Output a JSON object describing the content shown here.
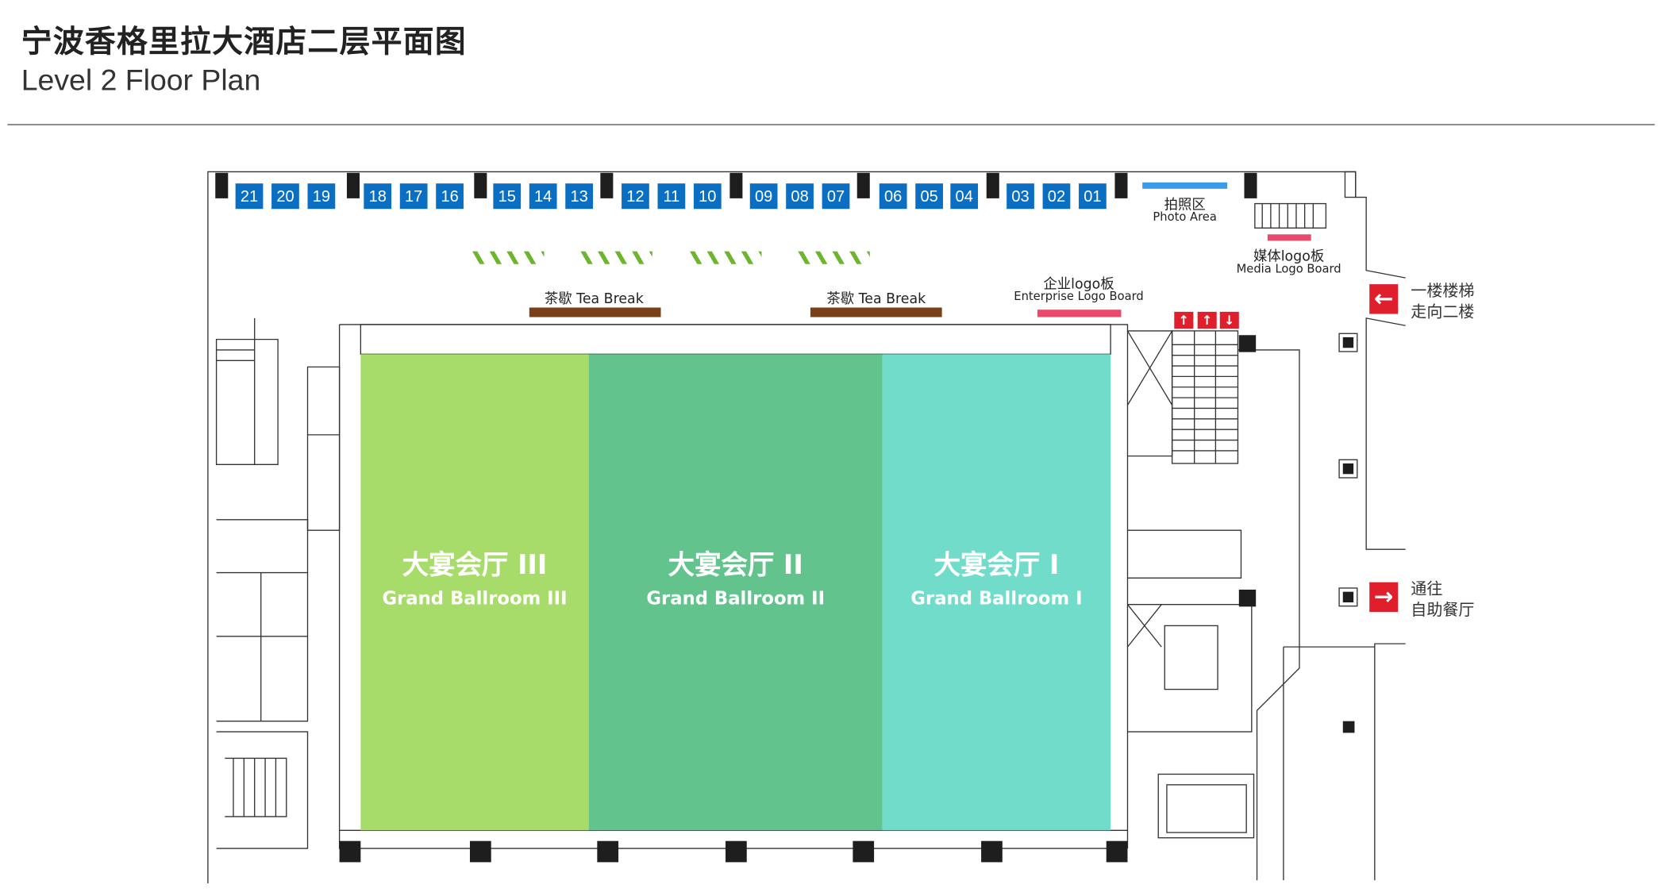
{
  "header": {
    "title": "宁波香格里拉大酒店二层平面图",
    "subtitle": "Level 2 Floor Plan"
  },
  "booths": [
    "21",
    "20",
    "19",
    "18",
    "17",
    "16",
    "15",
    "14",
    "13",
    "12",
    "11",
    "10",
    "09",
    "08",
    "07",
    "06",
    "05",
    "04",
    "03",
    "02",
    "01"
  ],
  "booth_color": "#0a6fc2",
  "photo_area": {
    "cn": "拍照区",
    "en": "Photo Area"
  },
  "media_logo": {
    "cn": "媒体logo板",
    "en": "Media Logo Board"
  },
  "enterprise_logo": {
    "cn": "企业logo板",
    "en": "Enterprise Logo Board"
  },
  "tea_breaks": [
    {
      "label": "茶歇 Tea Break"
    },
    {
      "label": "茶歇 Tea Break"
    }
  ],
  "ballrooms": [
    {
      "cn": "大宴会厅 III",
      "en": "Grand Ballroom III",
      "color": "#a8dc6a"
    },
    {
      "cn": "大宴会厅 II",
      "en": "Grand Ballroom II",
      "color": "#62c48c"
    },
    {
      "cn": "大宴会厅 I",
      "en": "Grand Ballroom I",
      "color": "#72dccb"
    }
  ],
  "directions": {
    "stairs": {
      "line1": "一楼楼梯",
      "line2": "走向二楼",
      "icon": "arrow-left-icon"
    },
    "buffet": {
      "line1": "通往",
      "line2": "自助餐厅",
      "icon": "arrow-right-icon"
    }
  },
  "escalators": [
    "↑",
    "↑",
    "↓"
  ]
}
